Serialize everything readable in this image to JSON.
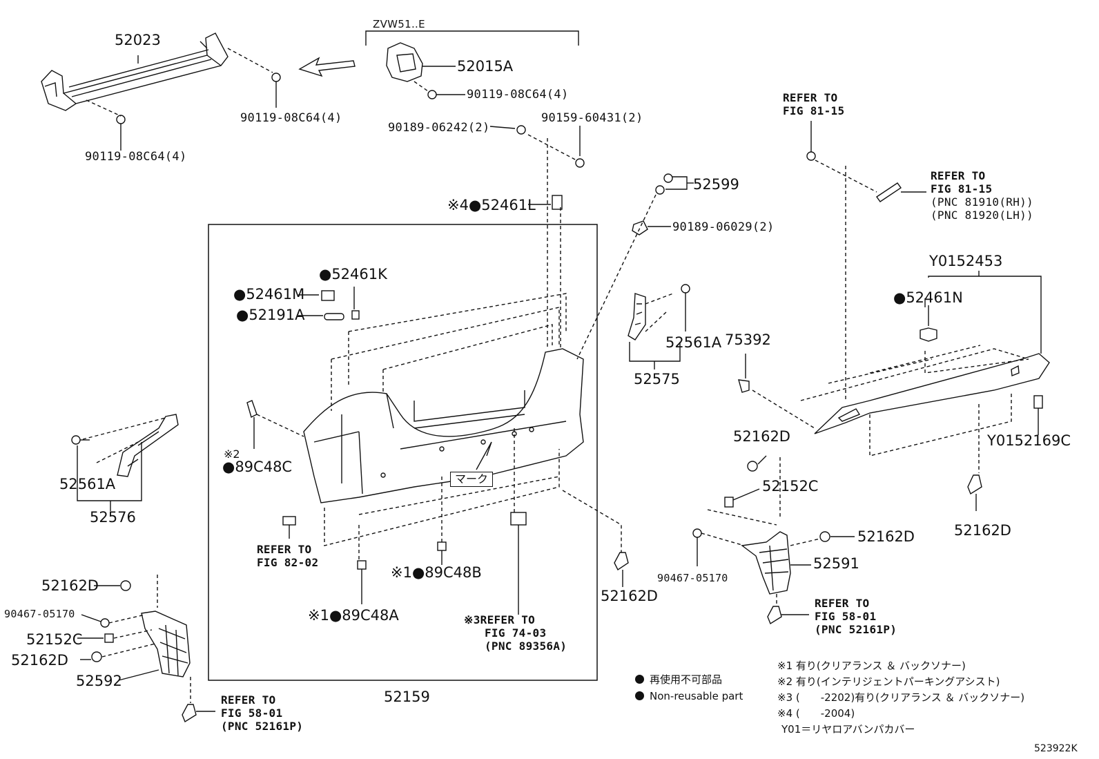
{
  "variant_label": "ZVW51..E",
  "diagram_code": "523922K",
  "mark_label": "マーク",
  "parts": {
    "p52023": "52023",
    "p90119_a": "90119-08C64(4)",
    "p90119_b": "90119-08C64(4)",
    "p52015A": "52015A",
    "p90119_c": "90119-08C64(4)",
    "p90189_06242": "90189-06242(2)",
    "p90159": "90159-60431(2)",
    "p52461L": "※4●52461L",
    "p52599": "52599",
    "p90189_06029": "90189-06029(2)",
    "p52461K": "●52461K",
    "p52461M": "●52461M",
    "p52191A": "●52191A",
    "p52561A_r": "52561A",
    "p52575": "52575",
    "p75392": "75392",
    "p89C48C_mark": "※2",
    "p89C48C": "●89C48C",
    "p52561A_l": "52561A",
    "p52576": "52576",
    "p52162D_lt": "52162D",
    "p90467_l": "90467-05170",
    "p52152C_l": "52152C",
    "p52162D_l2": "52162D",
    "p52592": "52592",
    "p89C48B": "※1●89C48B",
    "p89C48A": "※1●89C48A",
    "p52159": "52159",
    "p52162D_c": "52162D",
    "p52162D_r1": "52162D",
    "p52152C_r": "52152C",
    "p90467_r": "90467-05170",
    "p52162D_r2": "52162D",
    "p52591": "52591",
    "pY01_52453": "Y0152453",
    "p52461N": "●52461N",
    "pY01_52169C": "Y0152169C",
    "p52162D_r3": "52162D"
  },
  "refs": {
    "fig81_top": [
      "REFER TO",
      "FIG 81-15"
    ],
    "fig81_lamp": [
      "REFER TO",
      "FIG 81-15",
      "(PNC 81910(RH))",
      "(PNC 81920(LH))"
    ],
    "fig82": [
      "REFER TO",
      "FIG 82-02"
    ],
    "fig74": [
      "※3REFER TO",
      "FIG 74-03",
      "(PNC 89356A)"
    ],
    "fig58_left": [
      "REFER TO",
      "FIG 58-01",
      "(PNC 52161P)"
    ],
    "fig58_right": [
      "REFER TO",
      "FIG 58-01",
      "(PNC 52161P)"
    ]
  },
  "legend": {
    "reuse_jp": "再使用不可部品",
    "reuse_en": "Non-reusable part",
    "notes": [
      "※1 有り(クリアランス ＆ バックソナー)",
      "※2 有り(インテリジェントパーキングアシスト)",
      "※3 (　　-2202)有り(クリアランス ＆ バックソナー)",
      "※4 (　　-2004)",
      "Y01＝リヤロアバンパカバー"
    ]
  }
}
